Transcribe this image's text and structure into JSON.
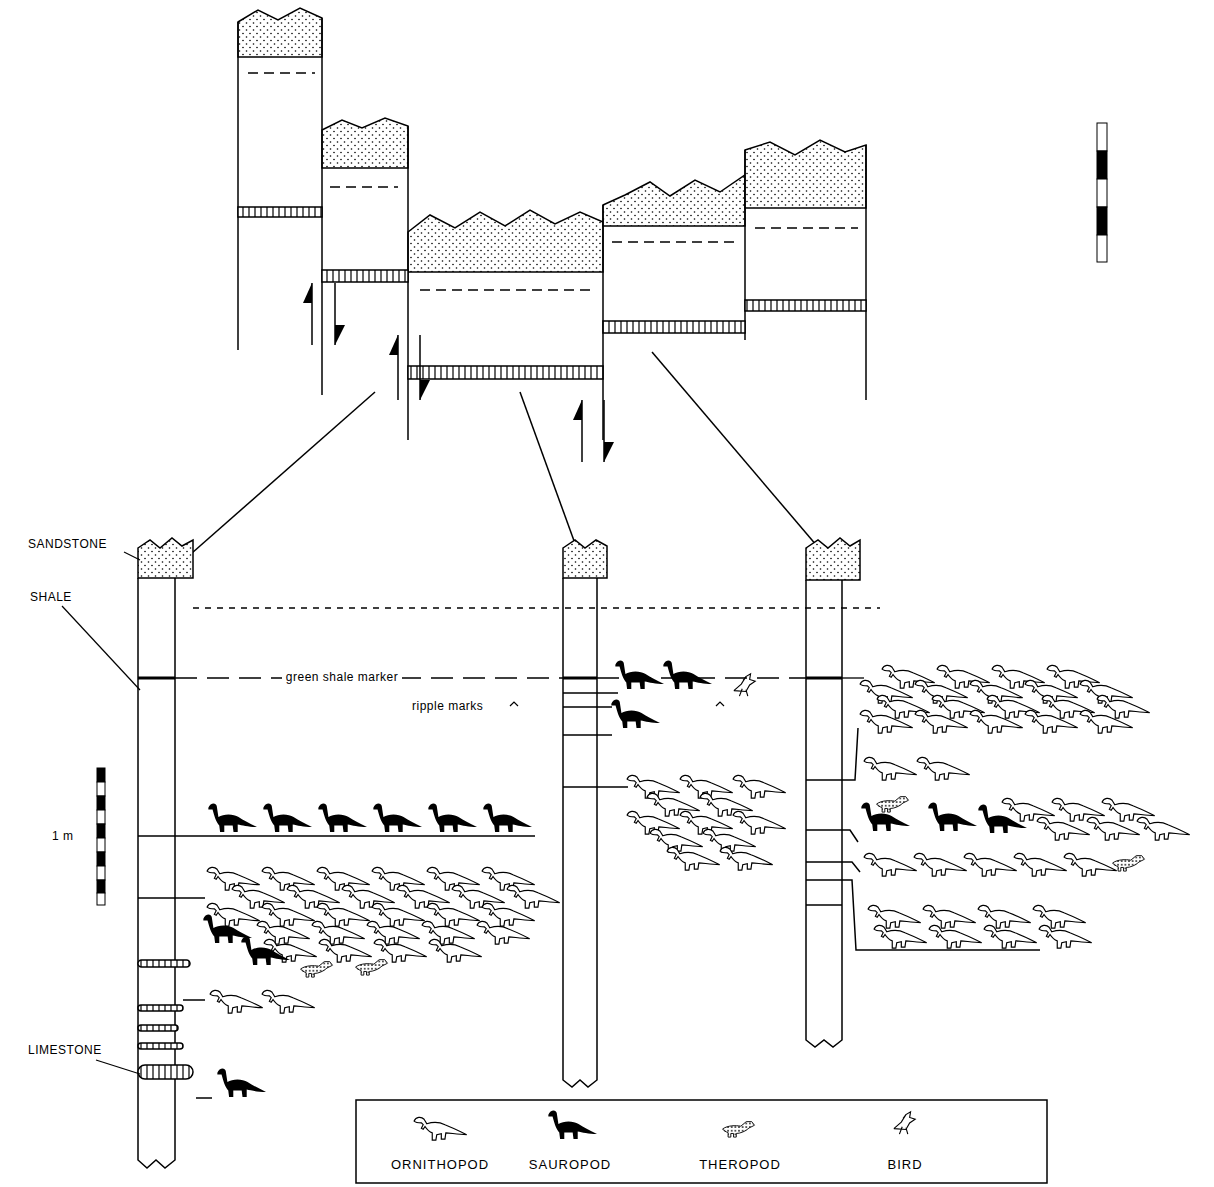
{
  "diagram": {
    "labels": [
      "SANDSTONE",
      "SHALE",
      "LIMESTONE",
      "green shale marker",
      "ripple marks",
      "1 m"
    ],
    "legend": [
      {
        "text": "ORNITHOPOD"
      },
      {
        "text": "SAUROPOD"
      },
      {
        "text": "THEROPOD"
      },
      {
        "text": "BIRD"
      }
    ]
  }
}
